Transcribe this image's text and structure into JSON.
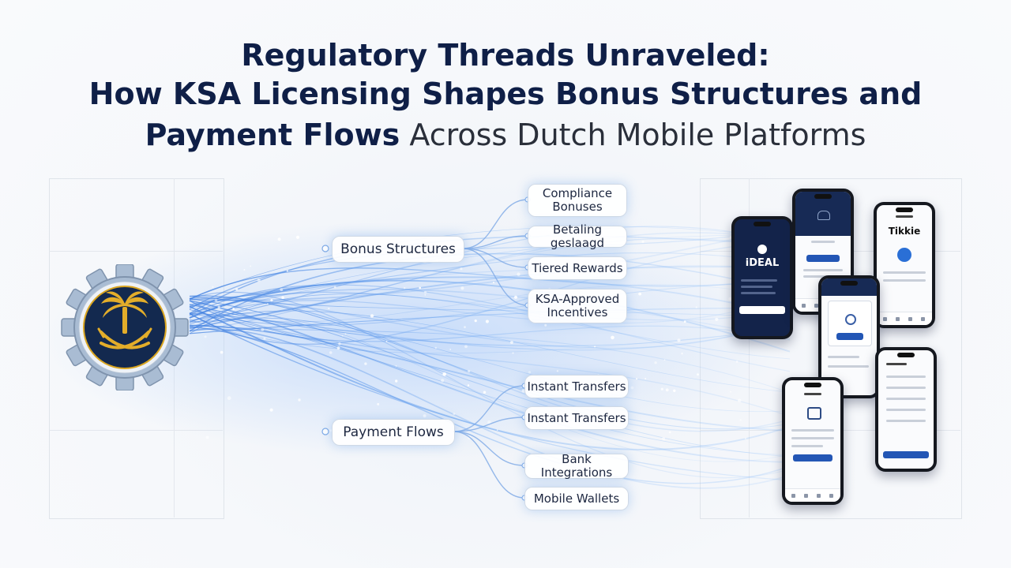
{
  "title": {
    "line1": "Regulatory Threads Unraveled:",
    "line2": "How KSA Licensing Shapes Bonus Structures and",
    "line3_bold": "Payment Flows",
    "line3_light": " Across Dutch Mobile Platforms"
  },
  "hubs": {
    "bonus": "Bonus Structures",
    "payment": "Payment Flows"
  },
  "bonus_nodes": [
    "Compliance\nBonuses",
    "Betaling geslaagd",
    "Tiered Rewards",
    "KSA-Approved\nIncentives"
  ],
  "payment_nodes": [
    "Instant Transfers",
    "Instant Transfers",
    "Bank Integrations",
    "Mobile Wallets"
  ],
  "phones": {
    "ideal_label": "iDEAL",
    "tikkie_label": "Tikkie"
  },
  "colors": {
    "title": "#0f1f47",
    "emblem_navy": "#13294f",
    "emblem_gold": "#d9a520",
    "gear": "#9fb3cc",
    "thread": "#6fa8f0"
  },
  "icons": [
    "gear-emblem-icon",
    "palm-tree-icon",
    "crossed-swords-icon"
  ]
}
